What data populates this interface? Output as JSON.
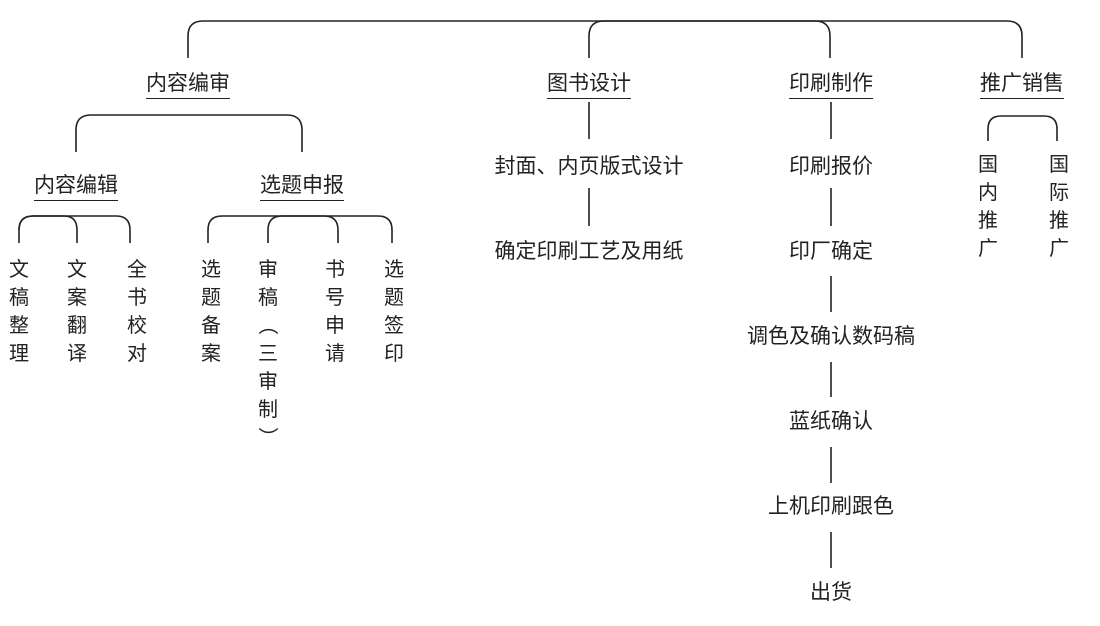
{
  "sections": [
    {
      "title": "内容编审",
      "subsections": [
        {
          "title": "内容编辑",
          "leaves": [
            "文稿整理",
            "文案翻译",
            "全书校对"
          ]
        },
        {
          "title": "选题申报",
          "leaves": [
            "选题备案",
            "审稿（三审制）",
            "书号申请",
            "选题签印"
          ]
        }
      ]
    },
    {
      "title": "图书设计",
      "steps": [
        "封面、内页版式设计",
        "确定印刷工艺及用纸"
      ]
    },
    {
      "title": "印刷制作",
      "steps": [
        "印刷报价",
        "印厂确定",
        "调色及确认数码稿",
        "蓝纸确认",
        "上机印刷跟色",
        "出货"
      ]
    },
    {
      "title": "推广销售",
      "leaves": [
        "国内推广",
        "国际推广"
      ]
    }
  ],
  "colors": {
    "line": "#222222",
    "text": "#222222",
    "background": "#ffffff"
  }
}
